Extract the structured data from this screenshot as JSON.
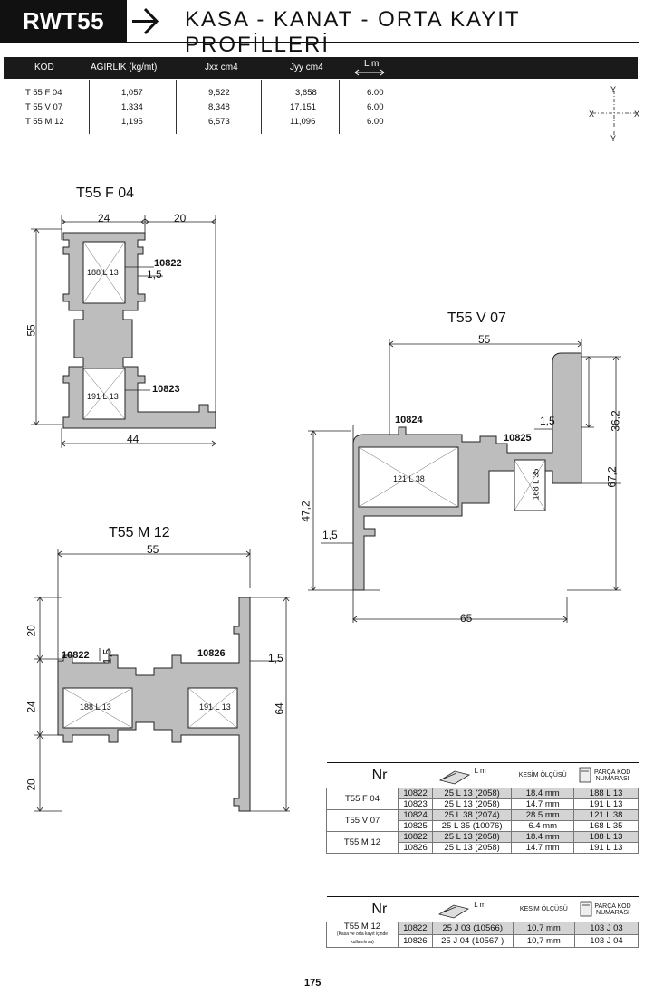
{
  "header": {
    "code": "RWT55",
    "title": "KASA - KANAT - ORTA KAYIT PROFİLLERİ"
  },
  "spec_table": {
    "columns": [
      "KOD",
      "AĞIRLIK (kg/mt)",
      "Jxx cm4",
      "Jyy cm4",
      "L m"
    ],
    "rows": [
      {
        "kod": "T 55 F 04",
        "agirlik": "1,057",
        "jxx": "9,522",
        "jyy": "3,658",
        "l": "6.00"
      },
      {
        "kod": "T 55 V 07",
        "agirlik": "1,334",
        "jxx": "8,348",
        "jyy": "17,151",
        "l": "6.00"
      },
      {
        "kod": "T 55 M 12",
        "agirlik": "1,195",
        "jxx": "6,573",
        "jyy": "11,096",
        "l": "6.00"
      }
    ],
    "axes": {
      "y": "Y",
      "x": "X"
    }
  },
  "drawing_f04": {
    "title": "T55 F 04",
    "dims": {
      "top_left": "24",
      "top_right": "20",
      "height": "55",
      "bottom": "44",
      "gap": "1,5"
    },
    "parts": {
      "p1": "10822",
      "p2": "10823",
      "c1": "188 L 13",
      "c2": "191 L 13"
    }
  },
  "drawing_v07": {
    "title": "T55 V 07",
    "dims": {
      "top": "55",
      "gap_right": "1,5",
      "right_upper": "36,2",
      "right_total": "67,2",
      "left": "47,2",
      "gap_left": "1,5",
      "bottom": "65"
    },
    "parts": {
      "p1": "10824",
      "p2": "10825",
      "c1": "121 L 38",
      "c2": "168 L 35"
    }
  },
  "drawing_m12": {
    "title": "T55 M 12",
    "dims": {
      "top": "55",
      "left_top": "20",
      "left_mid": "24",
      "left_bottom": "20",
      "right": "64",
      "gap_left": "1,5",
      "gap_right": "1,5"
    },
    "parts": {
      "p1": "10822",
      "p2": "10826",
      "c1": "188 L 13",
      "c2": "191 L 13"
    }
  },
  "cut_table_1": {
    "nr_label": "Nr",
    "lm_label": "L m",
    "kesim_label": "KESİM ÖLÇÜSÜ",
    "parca_label_1": "PARÇA KOD",
    "parca_label_2": "NUMARASI",
    "groups": [
      {
        "name": "T55 F 04",
        "rows": [
          {
            "code": "10822",
            "lm": "25 L 13 (2058)",
            "kesim": "18.4 mm",
            "parca": "188 L 13"
          },
          {
            "code": "10823",
            "lm": "25 L 13 (2058)",
            "kesim": "14.7 mm",
            "parca": "191 L 13"
          }
        ]
      },
      {
        "name": "T55 V 07",
        "rows": [
          {
            "code": "10824",
            "lm": "25 L 38 (2074)",
            "kesim": "28.5 mm",
            "parca": "121 L 38"
          },
          {
            "code": "10825",
            "lm": "25 L 35 (10076)",
            "kesim": "6.4 mm",
            "parca": "168 L 35"
          }
        ]
      },
      {
        "name": "T55 M 12",
        "rows": [
          {
            "code": "10822",
            "lm": "25 L 13 (2058)",
            "kesim": "18.4 mm",
            "parca": "188 L 13"
          },
          {
            "code": "10826",
            "lm": "25 L 13 (2058)",
            "kesim": "14.7 mm",
            "parca": "191 L 13"
          }
        ]
      }
    ]
  },
  "cut_table_2": {
    "nr_label": "Nr",
    "lm_label": "L m",
    "kesim_label": "KESİM ÖLÇÜSÜ",
    "parca_label_1": "PARÇA KOD",
    "parca_label_2": "NUMARASI",
    "group_name": "T55 M 12",
    "group_note": "(Kasa ve orta kayıt içinde kullanılırsa)",
    "rows": [
      {
        "code": "10822",
        "lm": "25 J 03 (10566)",
        "kesim": "10,7 mm",
        "parca": "103 J 03"
      },
      {
        "code": "10826",
        "lm": "25 J 04 (10567 )",
        "kesim": "10,7 mm",
        "parca": "103 J 04"
      }
    ]
  },
  "page_number": "175"
}
